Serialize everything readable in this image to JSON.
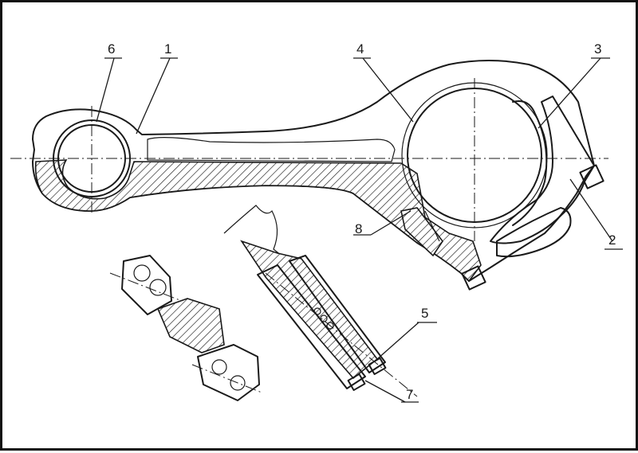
{
  "callouts": {
    "c1": "1",
    "c2": "2",
    "c3": "3",
    "c4": "4",
    "c5": "5",
    "c6": "6",
    "c7": "7",
    "c8": "8"
  },
  "colors": {
    "ink": "#1a1a1a",
    "paper": "#ffffff"
  }
}
